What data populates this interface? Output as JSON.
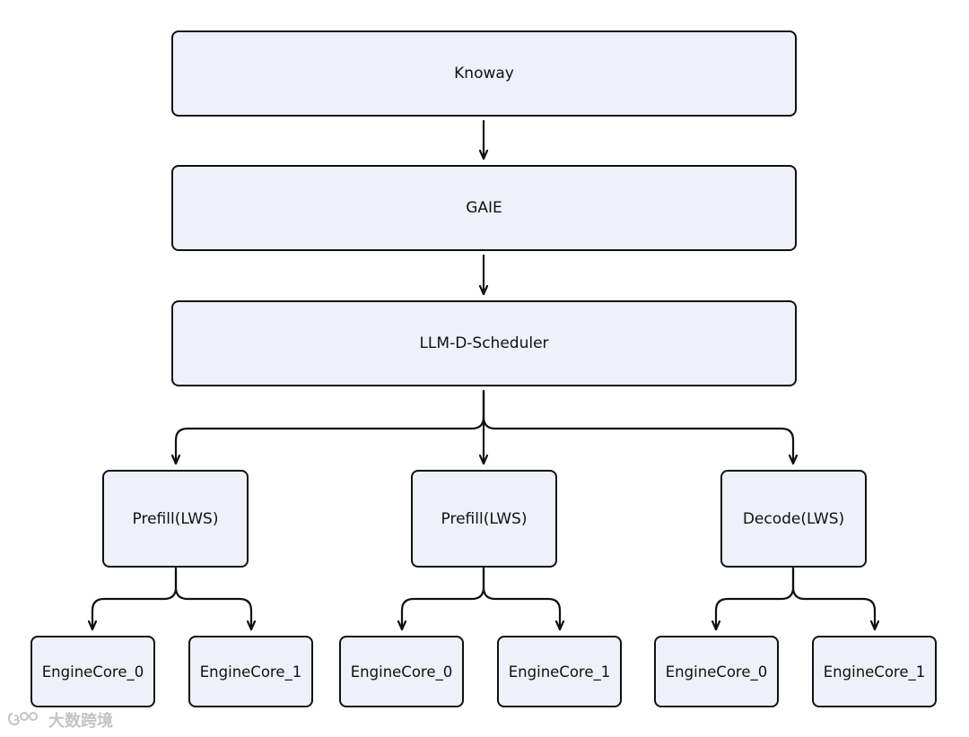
{
  "diagram": {
    "knoway": "Knoway",
    "gaie": "GAIE",
    "scheduler": "LLM-D-Scheduler",
    "workers": [
      {
        "label": "Prefill(LWS)",
        "cores": [
          "EngineCore_0",
          "EngineCore_1"
        ]
      },
      {
        "label": "Prefill(LWS)",
        "cores": [
          "EngineCore_0",
          "EngineCore_1"
        ]
      },
      {
        "label": "Decode(LWS)",
        "cores": [
          "EngineCore_0",
          "EngineCore_1"
        ]
      }
    ]
  },
  "watermark": {
    "text": "大数跨境",
    "icon": "logo-icon"
  },
  "colors": {
    "node_fill": "#eef1fa",
    "node_border": "#111111",
    "connector": "#111111",
    "watermark": "#c4c4c4"
  }
}
